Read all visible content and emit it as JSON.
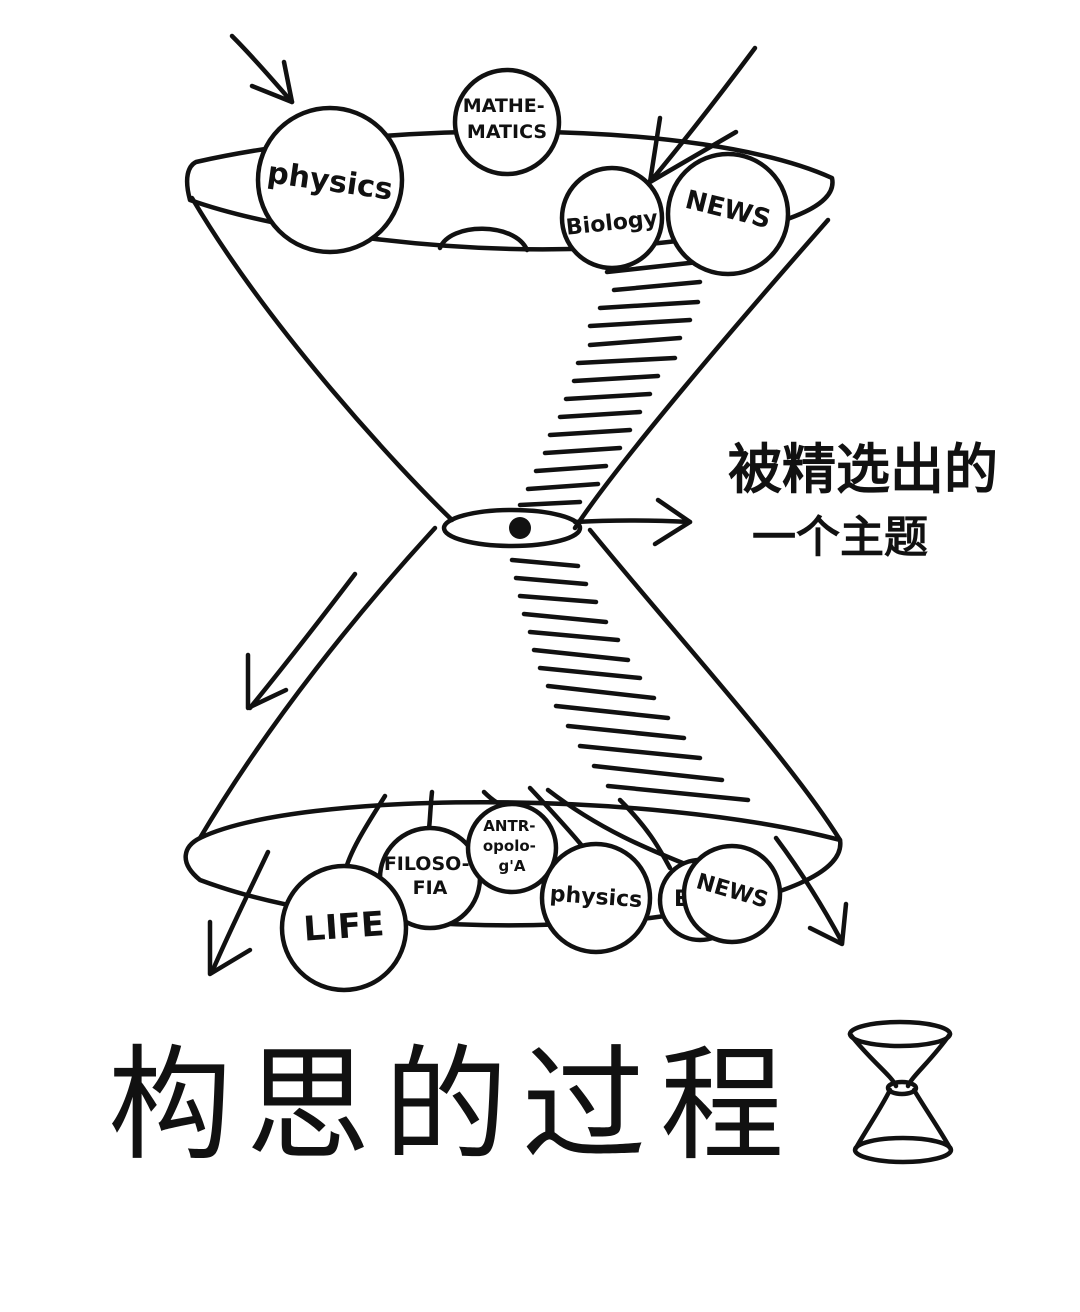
{
  "ink_color": "#111111",
  "background": "#ffffff",
  "top_balls": [
    {
      "name": "physics-ball-top",
      "text": [
        "physics"
      ]
    },
    {
      "name": "mathematics-ball",
      "text": [
        "MATHE-",
        "MATICS"
      ]
    },
    {
      "name": "biology-ball",
      "text": [
        "Biology"
      ]
    },
    {
      "name": "news-ball-top",
      "text": [
        "NEWS"
      ]
    }
  ],
  "bottom_balls": [
    {
      "name": "life-ball",
      "text": [
        "LIFE"
      ]
    },
    {
      "name": "filosofia-ball",
      "text": [
        "FILOSO-",
        "FIA"
      ]
    },
    {
      "name": "antropologia-ball",
      "text": [
        "ANTR-",
        "opolo-",
        "g'A"
      ]
    },
    {
      "name": "physics-ball-bottom",
      "text": [
        "physics"
      ]
    },
    {
      "name": "eco-ball",
      "text": [
        "Ec"
      ]
    },
    {
      "name": "news-ball-bottom",
      "text": [
        "NEWS"
      ]
    }
  ],
  "selected_topic": {
    "line1": "被精选出的",
    "line2": "一个主题"
  },
  "title": "构思的过程",
  "icon": "hourglass-icon"
}
